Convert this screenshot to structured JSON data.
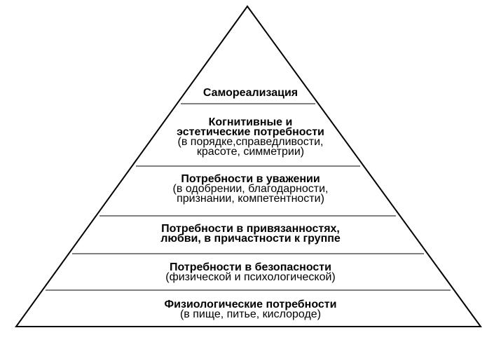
{
  "diagram": {
    "levels": [
      {
        "lines": [
          "Самореализация"
        ],
        "sub": []
      },
      {
        "lines": [
          "Когнитивные и",
          "эстетические потребности"
        ],
        "sub": [
          "(в порядке,справедливости,",
          "красоте, симметрии)"
        ]
      },
      {
        "lines": [
          "Потребности в уважении"
        ],
        "sub": [
          "(в одобрении, благодарности,",
          "признании, компетентности)"
        ]
      },
      {
        "lines": [
          "Потребности в привязанностях,",
          "любви, в причастности к группе"
        ],
        "sub": []
      },
      {
        "lines": [
          "Потребности в безопасности"
        ],
        "sub": [
          "(физической и психологической)"
        ]
      },
      {
        "lines": [
          "Физиологические потребности"
        ],
        "sub": [
          "(в пище, питье, кислороде)"
        ]
      }
    ]
  },
  "colors": {
    "stroke": "#000000",
    "background": "#ffffff"
  }
}
